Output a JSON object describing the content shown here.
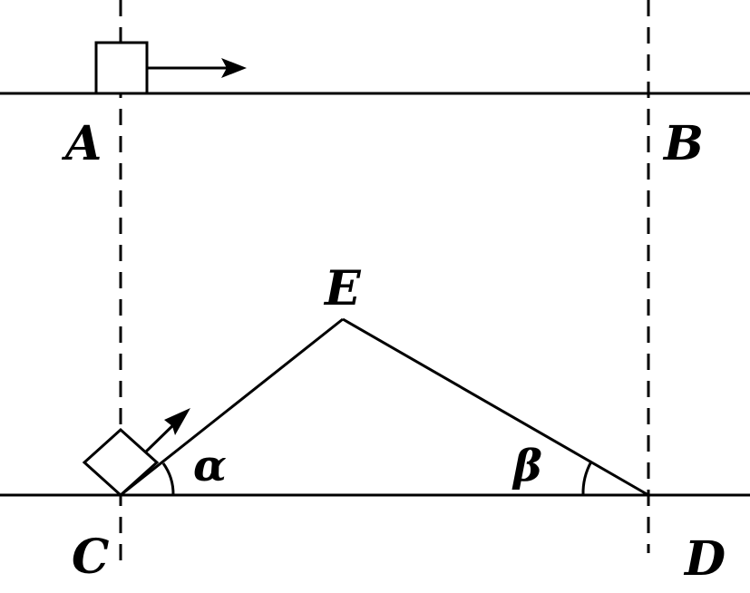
{
  "points": {
    "A": "A",
    "B": "B",
    "C": "C",
    "D": "D",
    "E": "E"
  },
  "angles": {
    "alpha": "α",
    "beta": "β"
  }
}
